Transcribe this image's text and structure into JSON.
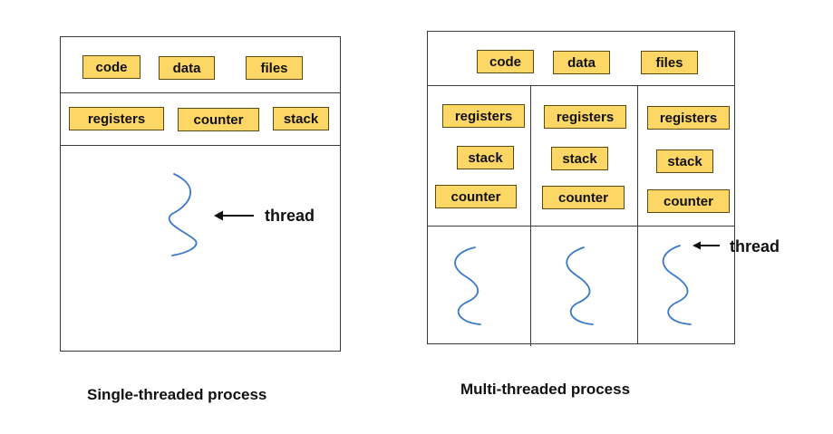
{
  "single": {
    "shared": [
      "code",
      "data",
      "files"
    ],
    "thread_parts": [
      "registers",
      "counter",
      "stack"
    ],
    "thread_label": "thread",
    "caption": "Single-threaded process"
  },
  "multi": {
    "shared": [
      "code",
      "data",
      "files"
    ],
    "threads": [
      {
        "registers": "registers",
        "stack": "stack",
        "counter": "counter"
      },
      {
        "registers": "registers",
        "stack": "stack",
        "counter": "counter"
      },
      {
        "registers": "registers",
        "stack": "stack",
        "counter": "counter"
      }
    ],
    "thread_label": "thread",
    "caption": "Multi-threaded process"
  },
  "colors": {
    "chip_fill": "#fdd766",
    "thread_wave": "#3a78c9",
    "outline": "#3a3a3a"
  }
}
